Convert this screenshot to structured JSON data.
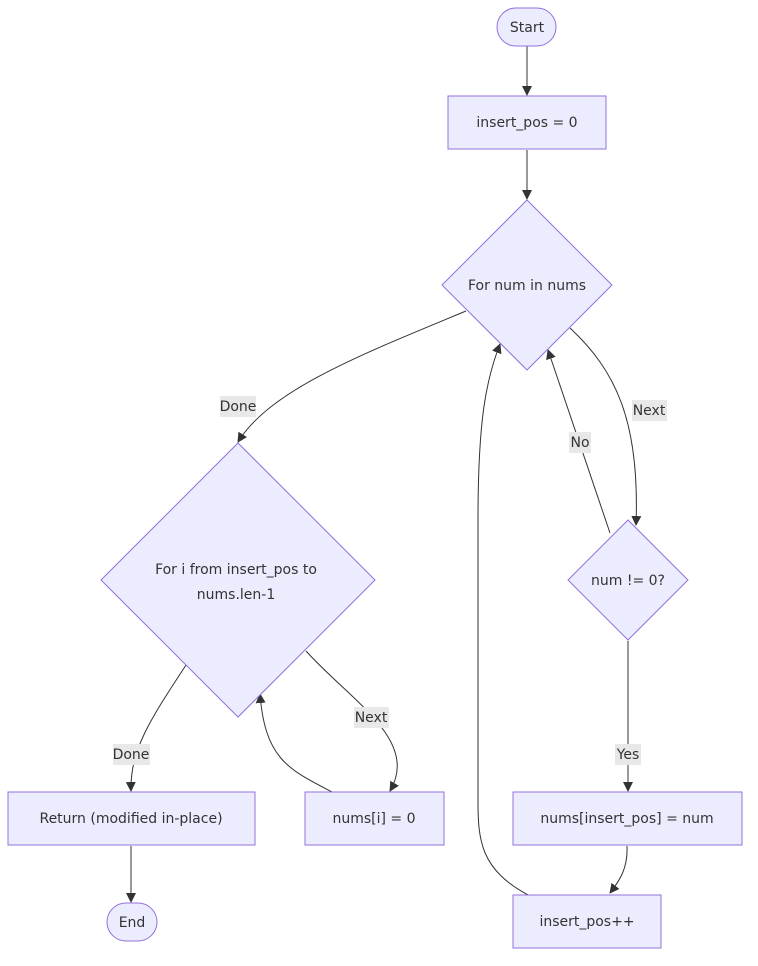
{
  "colors": {
    "node_fill": "#ECECFF",
    "node_stroke": "#9370DB",
    "edge": "#333333",
    "label_bg": "#E8E8E8",
    "text": "#333333"
  },
  "nodes": {
    "start": "Start",
    "insert_pos_init": "insert_pos = 0",
    "for_num": "For num in nums",
    "for_i_line1": "For i from insert_pos to",
    "for_i_line2": "nums.len-1",
    "num_check": "num != 0?",
    "assign": "nums[insert_pos] = num",
    "increment": "insert_pos++",
    "zero_fill": "nums[i] = 0",
    "return": "Return (modified in-place)",
    "end": "End"
  },
  "edges": {
    "done_outer": "Done",
    "next_outer": "Next",
    "no": "No",
    "yes": "Yes",
    "next_inner": "Next",
    "done_inner": "Done"
  }
}
